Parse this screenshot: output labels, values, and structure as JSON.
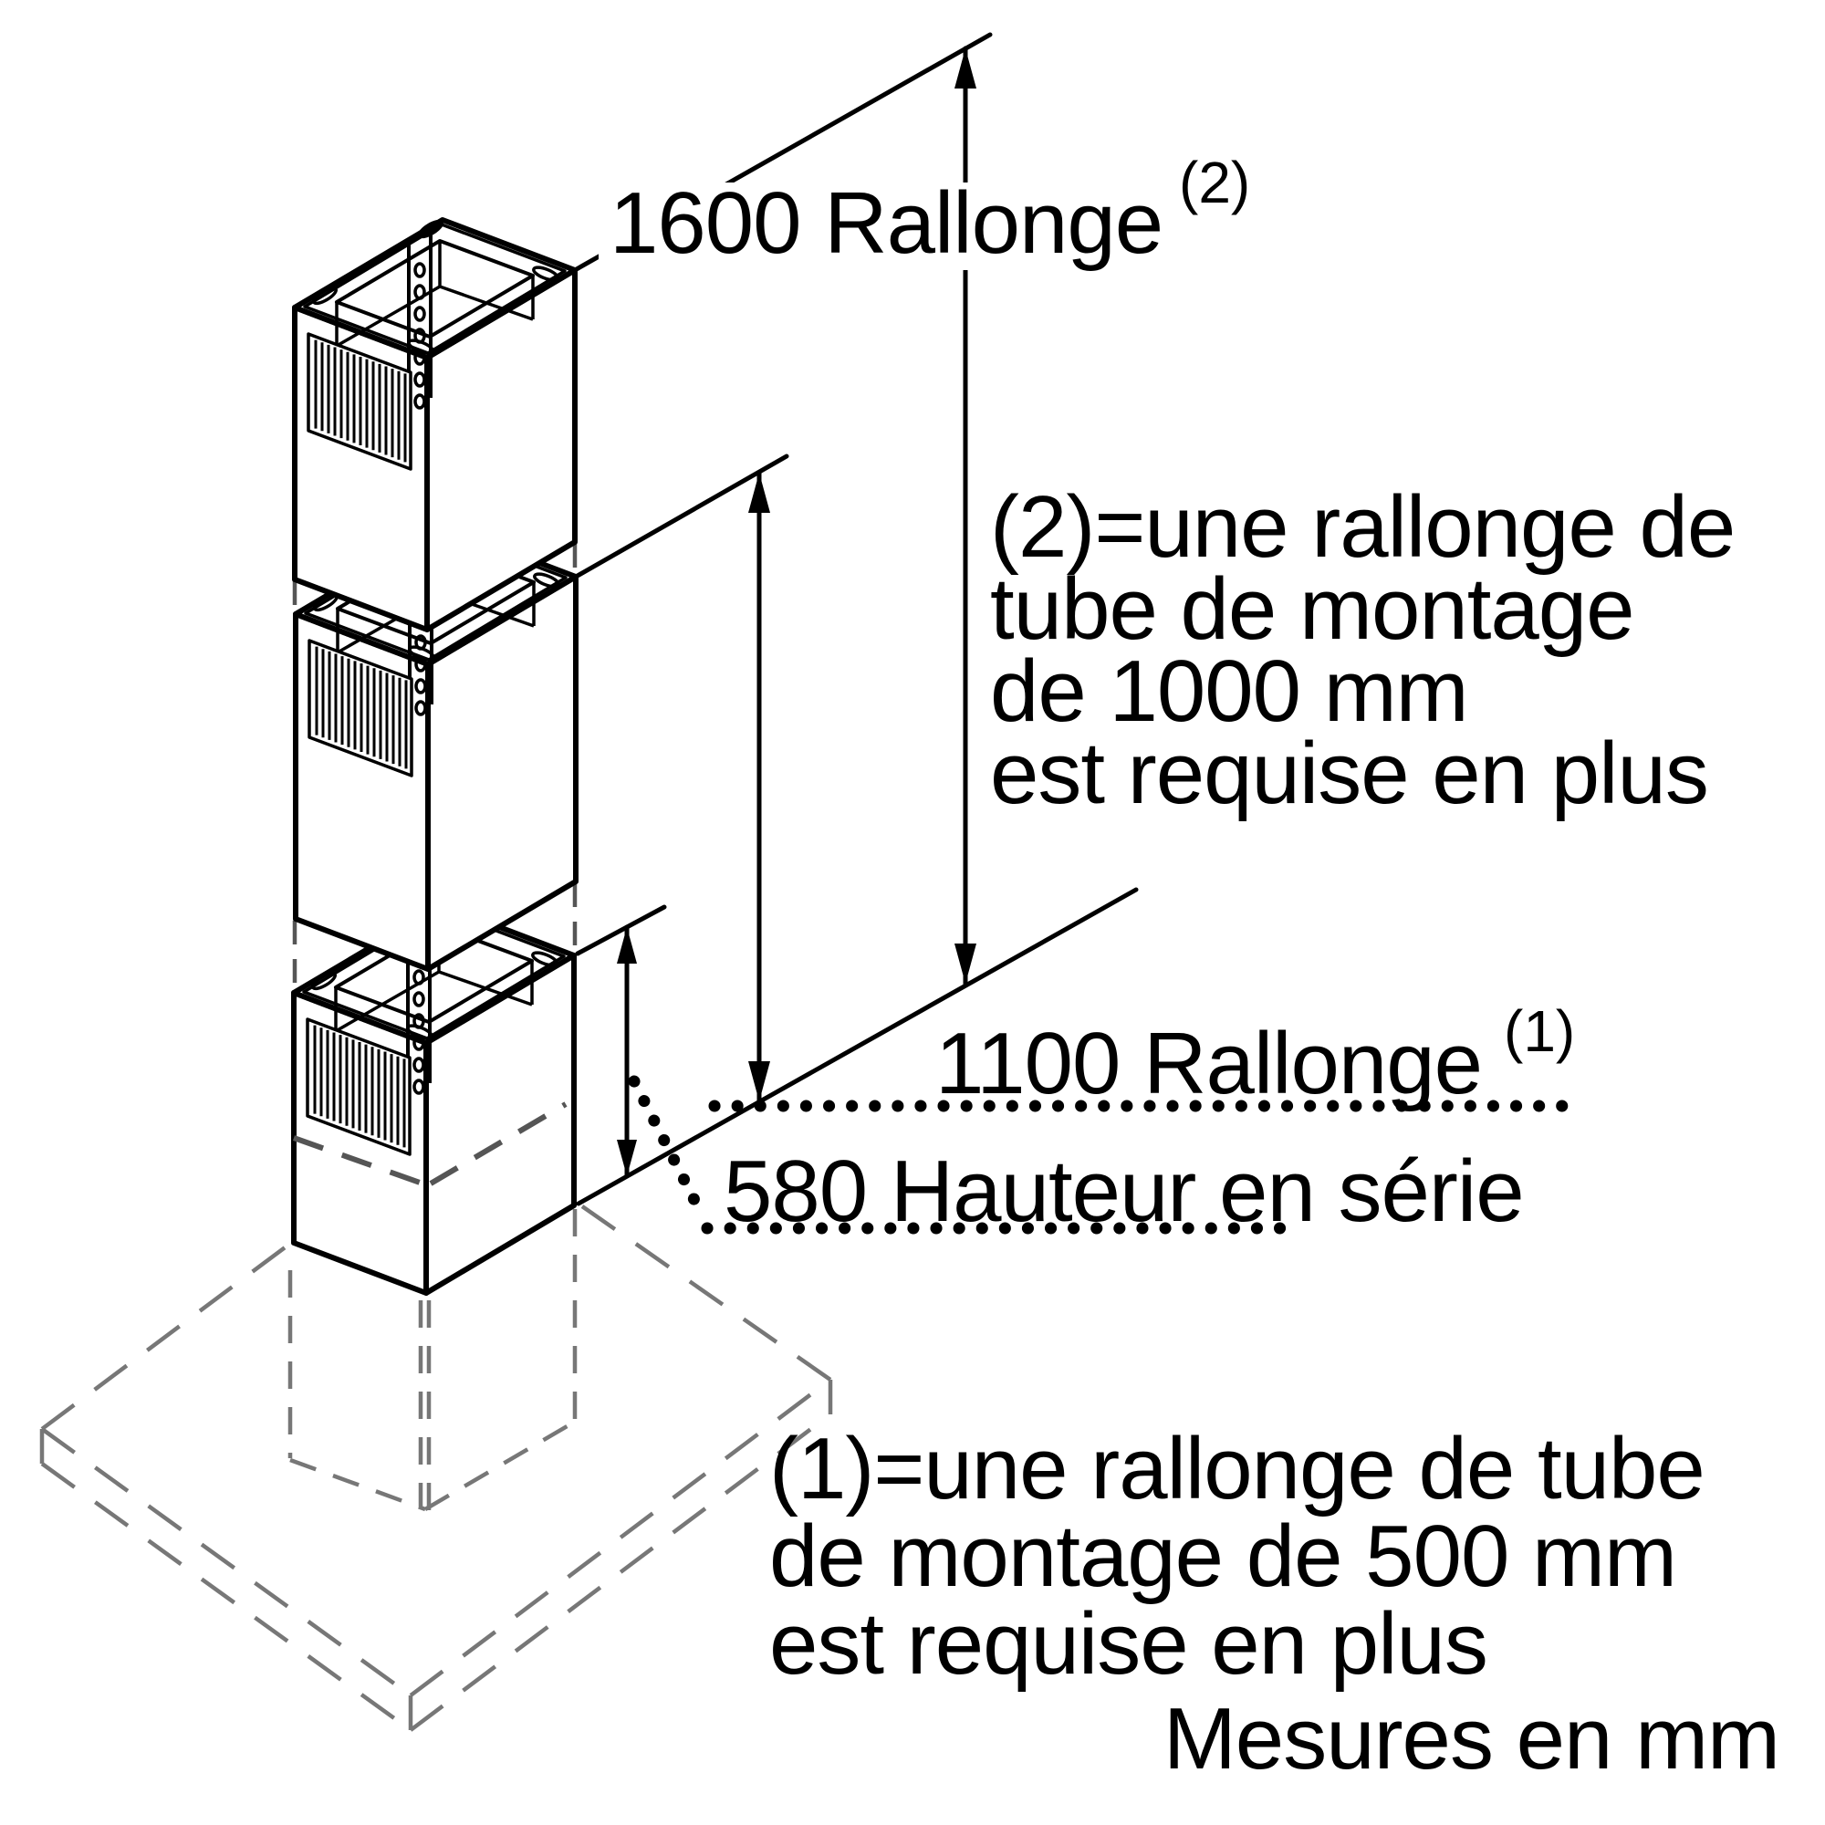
{
  "diagram": {
    "dimensions": {
      "extension_2": {
        "text": "1600 Rallonge",
        "sup": "(2)",
        "value_mm": 1600
      },
      "extension_1": {
        "text": "1100 Rallonge",
        "sup": "(1)",
        "value_mm": 1100
      },
      "standard_height": {
        "text": "580 Hauteur en série",
        "value_mm": 580
      }
    },
    "notes": {
      "note_2": [
        "(2)=une rallonge de",
        "tube de montage",
        "de 1000 mm",
        "est requise en plus"
      ],
      "note_1": [
        "(1)=une rallonge de tube",
        "de montage de 500 mm",
        "est requise en plus"
      ]
    },
    "footer": "Mesures en mm",
    "colors": {
      "ink": "#000000",
      "hidden": "#777777",
      "hidden_dark": "#555555"
    }
  }
}
